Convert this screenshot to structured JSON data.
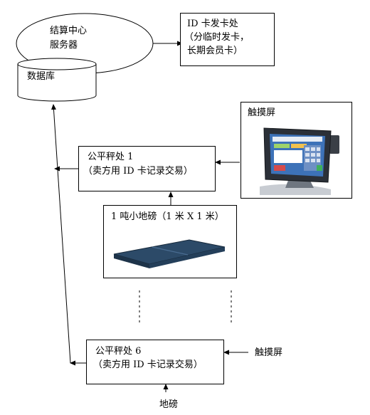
{
  "settlement_server": {
    "line1": "结算中心",
    "line2": "服务器"
  },
  "database": {
    "label": "数据库"
  },
  "id_card_office": {
    "line1": "ID 卡发卡处",
    "line2": "（分临时发卡，",
    "line3": "长期会员卡）"
  },
  "touchscreen_panel": {
    "label": "触摸屏"
  },
  "weigh_station_1": {
    "line1": "公平秤处 1",
    "line2": "（卖方用 ID 卡记录交易）"
  },
  "small_scale": {
    "label": "1 吨小地磅（1 米  X 1 米）"
  },
  "weigh_station_6": {
    "line1": "公平秤处  6",
    "line2": "（卖方用 ID 卡记录交易）"
  },
  "touchscreen_label": {
    "label": "触摸屏"
  },
  "floor_scale_label": {
    "label": "地磅"
  }
}
